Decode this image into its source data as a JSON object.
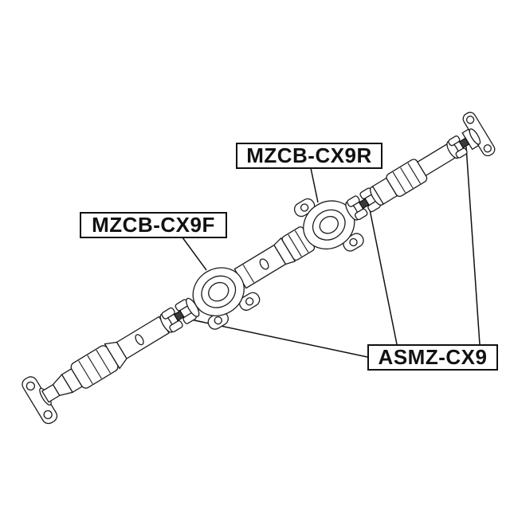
{
  "diagram": {
    "title": "propeller-shaft-parts-diagram",
    "labels": {
      "rear_bearing": "MZCB-CX9R",
      "front_bearing": "MZCB-CX9F",
      "universal_joint": "ASMZ-CX9"
    },
    "colors": {
      "background": "#ffffff",
      "line": "#1c1c1c",
      "label_border": "#111111",
      "marker_fill": "#3a3a3a"
    }
  }
}
